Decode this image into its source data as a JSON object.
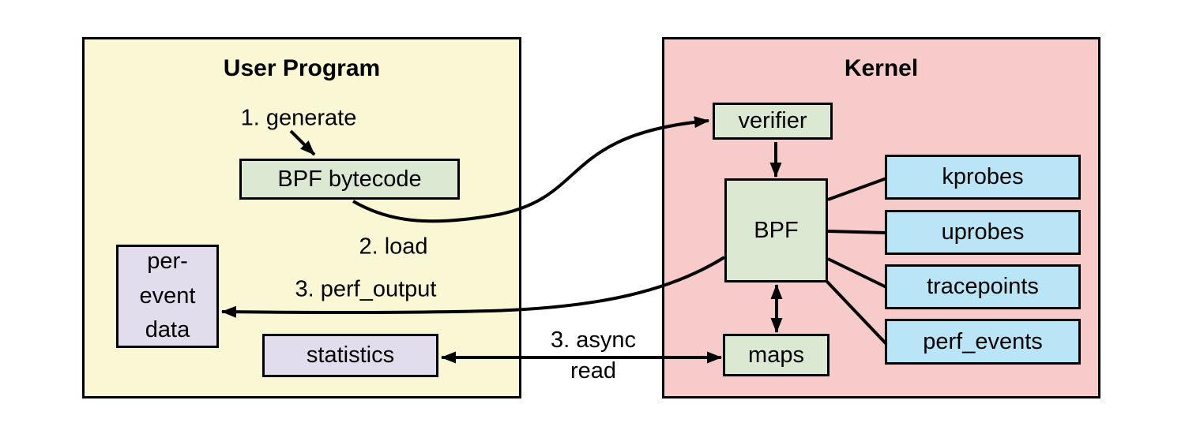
{
  "palette": {
    "user-program-fill": "#FAF7D4",
    "kernel-fill": "#F8CBCB",
    "process-fill": "#DBE9D3",
    "event-source-fill": "#BAE5F6",
    "data-fill": "#E1DDEC",
    "border": "#000000",
    "line": "#000000"
  },
  "user_program": {
    "title": "User Program",
    "nodes": {
      "bpf_bytecode": "BPF bytecode",
      "per_event_data": "per-\nevent\ndata",
      "statistics": "statistics"
    }
  },
  "kernel": {
    "title": "Kernel",
    "nodes": {
      "verifier": "verifier",
      "bpf": "BPF",
      "maps": "maps"
    },
    "event_sources": [
      "kprobes",
      "uprobes",
      "tracepoints",
      "perf_events"
    ]
  },
  "flow_labels": {
    "generate": "1. generate",
    "load": "2. load",
    "perf_output": "3. perf_output",
    "async_read": "3. async\nread"
  }
}
